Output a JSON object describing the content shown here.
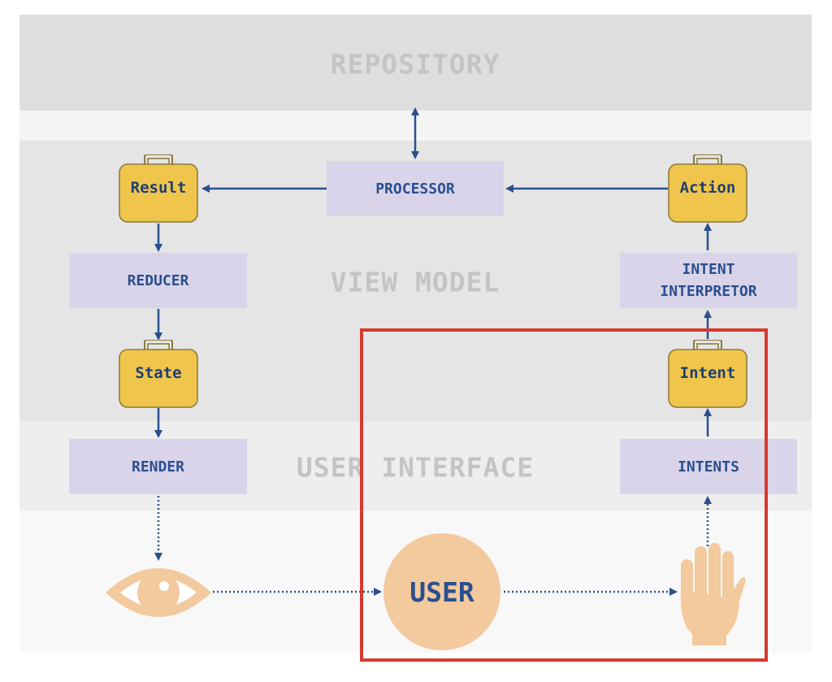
{
  "bands": {
    "repository": "REPOSITORY",
    "view_model": "VIEW MODEL",
    "user_interface": "USER INTERFACE"
  },
  "boxes": {
    "processor": "PROCESSOR",
    "reducer": "REDUCER",
    "render": "RENDER",
    "intent_interpreter_line1": "INTENT",
    "intent_interpreter_line2": "INTERPRETOR",
    "intents": "INTENTS"
  },
  "cases": {
    "result": "Result",
    "state": "State",
    "action": "Action",
    "intent": "Intent"
  },
  "user": "USER",
  "colors": {
    "band_repository": "#dedede",
    "band_view_model": "#e5e5e5",
    "band_user_interface": "#eeeeee",
    "box": "#d9d4ea",
    "case": "#f0c54c",
    "arrow": "#2a4f8e",
    "user": "#f3c99e",
    "highlight": "#d6392d"
  },
  "icons": [
    "eye-icon",
    "hand-icon",
    "briefcase-icon"
  ]
}
